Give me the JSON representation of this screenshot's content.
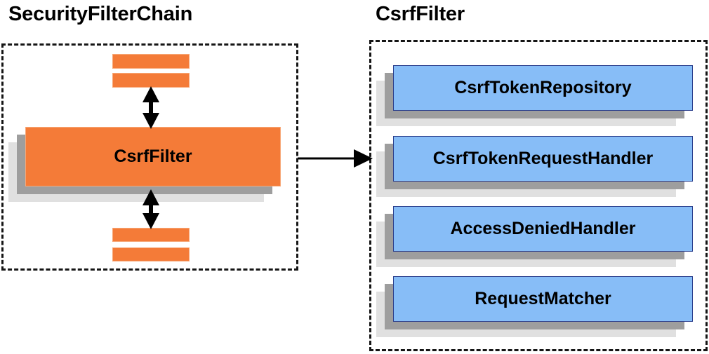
{
  "diagram": {
    "title_left": "SecurityFilterChain",
    "title_right": "CsrfFilter",
    "colors": {
      "orange_fill": "#f47b38",
      "orange_border": "#f7a878",
      "blue_fill": "#87bdf7",
      "blue_border": "#2a3e8c",
      "shadow_mid": "#9e9e9e",
      "shadow_back": "#e0e0e0",
      "dashed_border": "#151515",
      "arrow": "#000000",
      "text": "#000000",
      "background": "#ffffff"
    }
  },
  "left_panel": {
    "title": "SecurityFilterChain",
    "filters_above": [
      {
        "label": ""
      },
      {
        "label": ""
      }
    ],
    "highlighted_filter": {
      "label": "CsrfFilter"
    },
    "filters_below": [
      {
        "label": ""
      },
      {
        "label": ""
      }
    ]
  },
  "right_panel": {
    "title": "CsrfFilter",
    "collaborators": [
      {
        "label": "CsrfTokenRepository"
      },
      {
        "label": "CsrfTokenRequestHandler"
      },
      {
        "label": "AccessDeniedHandler"
      },
      {
        "label": "RequestMatcher"
      }
    ]
  },
  "connectors": [
    {
      "name": "chain-to-csrf-detail",
      "type": "single-arrow",
      "direction": "right"
    },
    {
      "name": "upper-chain-link",
      "type": "double-arrow",
      "direction": "vertical"
    },
    {
      "name": "lower-chain-link",
      "type": "double-arrow",
      "direction": "vertical"
    }
  ]
}
